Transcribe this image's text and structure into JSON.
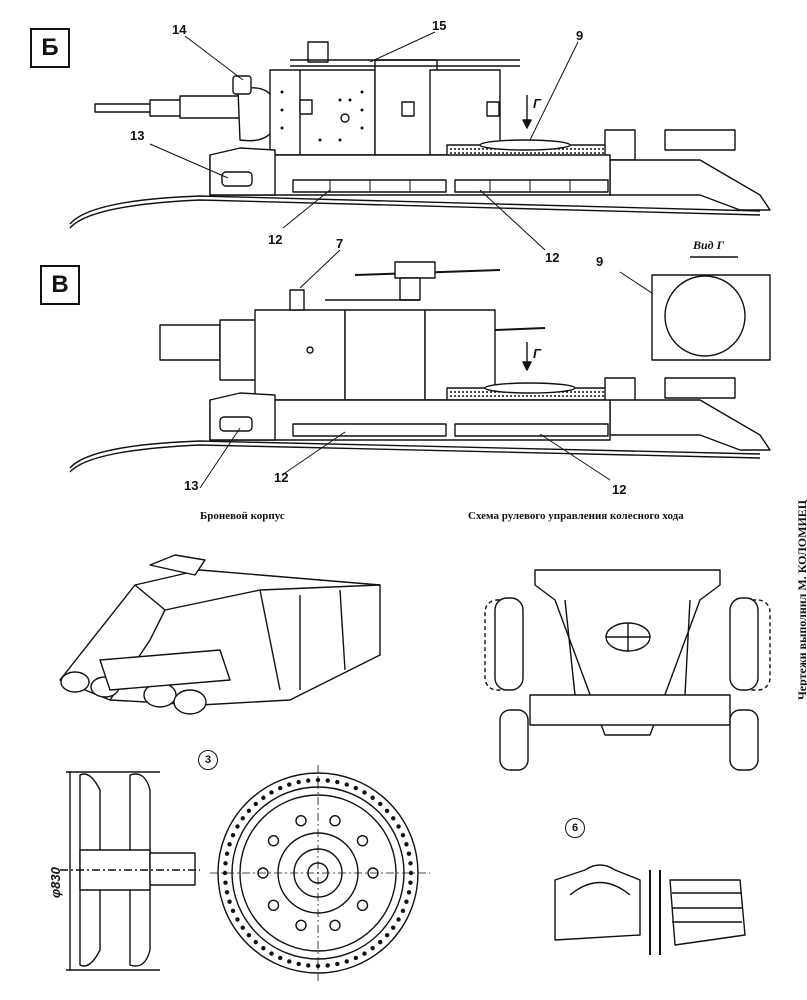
{
  "view_letters": {
    "b": "Б",
    "v": "В"
  },
  "callouts": {
    "n14": "14",
    "n15": "15",
    "n9_top": "9",
    "n13_top": "13",
    "n12_top_left": "12",
    "n12_top_right": "12",
    "n7": "7",
    "n9_mid": "9",
    "n13_mid": "13",
    "n12_mid_left": "12",
    "n12_mid_right": "12"
  },
  "arrow_labels": {
    "g_top": "Г",
    "g_mid": "Г"
  },
  "view_g_title": "Вид Г",
  "captions": {
    "armored_hull": "Броневой корпус",
    "steering_scheme": "Схема рулевого управления колесного хода"
  },
  "circled_numbers": {
    "three": "3",
    "six": "6"
  },
  "dimension": "φ830",
  "credit": "Чертежи выполнил М. КОЛОМИЕЦ"
}
